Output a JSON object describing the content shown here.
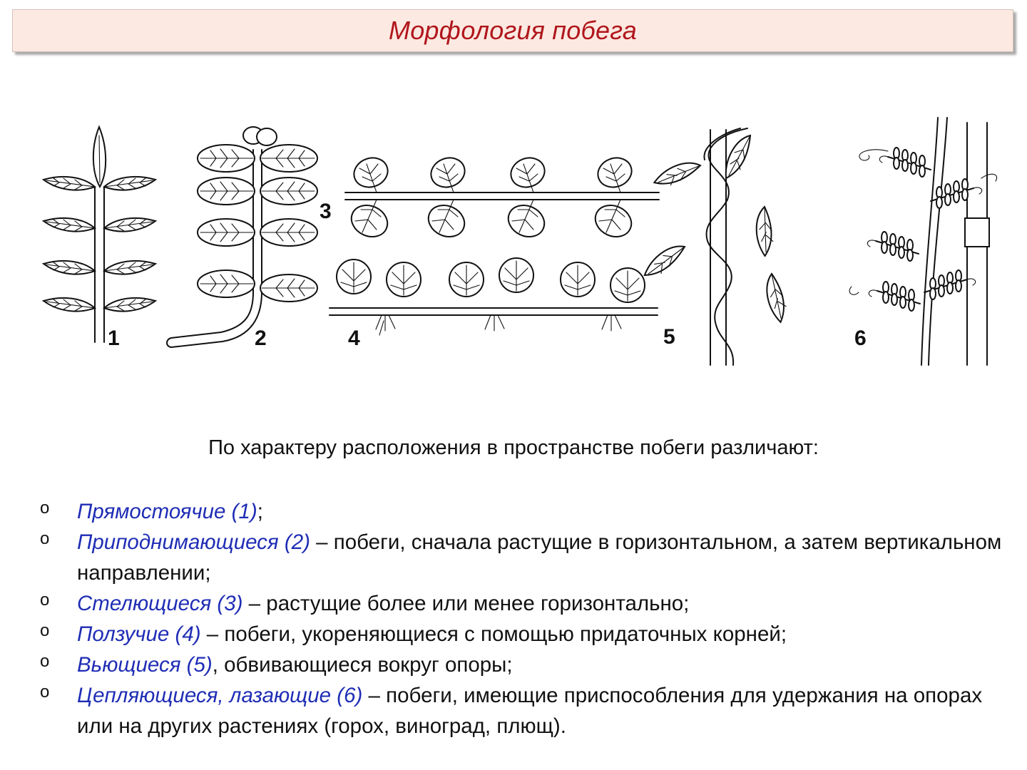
{
  "title": "Морфология побега",
  "figure": {
    "labels": [
      "1",
      "2",
      "3",
      "4",
      "5",
      "6"
    ]
  },
  "intro": "По характеру расположения в пространстве побеги различают:",
  "bullet_glyph": "o",
  "items": [
    {
      "term": "Прямостоячие (1)",
      "desc": ";"
    },
    {
      "term": "Приподнимающиеся (2)",
      "desc": " –  побеги, сначала растущие в горизонтальном, а затем вертикальном направлении;"
    },
    {
      "term": "Стелющиеся (3)",
      "desc": " –  растущие более или менее горизонтально;"
    },
    {
      "term": "Ползучие (4)",
      "desc": " –  побеги, укореняющиеся с помощью придаточных корней;"
    },
    {
      "term": "Вьющиеся (5)",
      "desc": ", обвивающиеся вокруг опоры;"
    },
    {
      "term": "Цепляющиеся, лазающие (6)",
      "desc": " –  побеги, имеющие приспособления для удержания на опорах или на других растениях (горох, виноград, плющ)."
    }
  ]
}
